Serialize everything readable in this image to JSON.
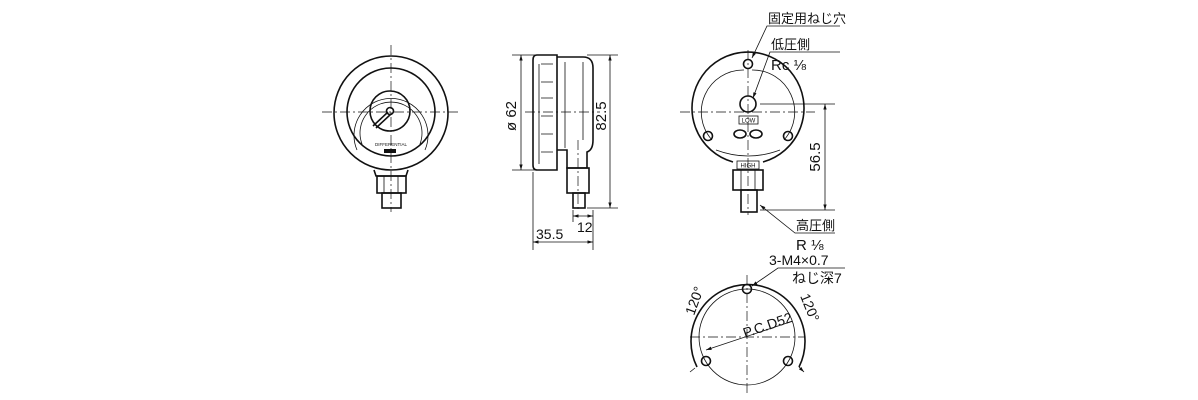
{
  "front_view": {
    "dial_text": "DIFFERENTIAL"
  },
  "side_view": {
    "dim_diameter": "ø 62",
    "dim_height": "82.5",
    "dim_thread": "12",
    "dim_depth": "35.5"
  },
  "back_view": {
    "label_fixing_hole": "固定用ねじ穴",
    "label_low_side": "低圧側",
    "low_port_thread": "Rc ⅛",
    "tag_low": "LOW",
    "tag_high": "HIGH",
    "dim_port_height": "56.5",
    "label_high_side": "高圧側",
    "high_port_thread": "R ⅛"
  },
  "bottom_view": {
    "thread_spec": "3-M4×0.7",
    "thread_depth": "ねじ深7",
    "angle_left": "120°",
    "angle_right": "120°",
    "pcd": "P.C.D52"
  }
}
